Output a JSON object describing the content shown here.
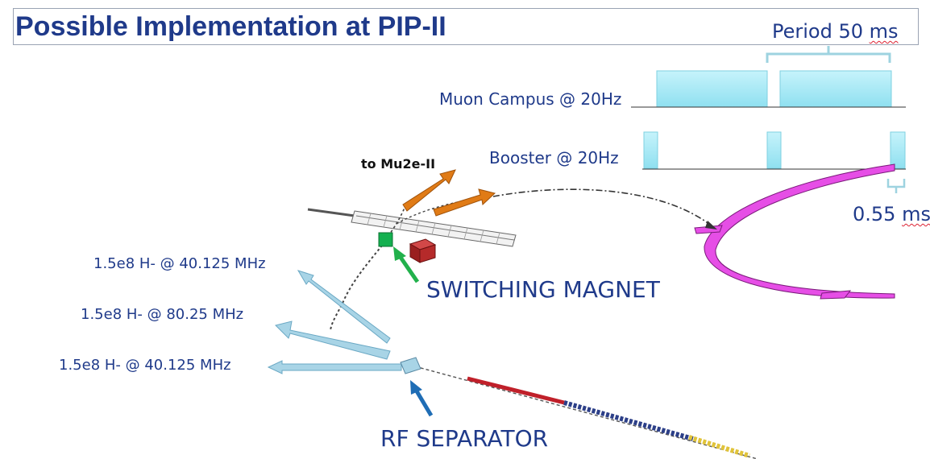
{
  "title": "Possible Implementation at PIP-II",
  "timing": {
    "period_prefix": "Period 50 ",
    "period_unit": "ms",
    "muon_label": "Muon Campus @ 20Hz",
    "booster_label": "Booster @ 20Hz",
    "pulse_prefix": "0.55 ",
    "pulse_unit": "ms"
  },
  "labels": {
    "to_mu2e": "to Mu2e-II",
    "switching_magnet": "SWITCHING MAGNET",
    "rf_separator": "RF SEPARATOR",
    "beam_top": "1.5e8 H- @ 40.125 MHz",
    "beam_middle": "1.5e8 H- @ 80.25 MHz",
    "beam_bottom": "1.5e8 H- @ 40.125 MHz"
  },
  "colors": {
    "title": "#1f3a8a",
    "text": "#1f3a8a",
    "pulse_fill": "#9fe8f5",
    "bracket": "#9ed3e0",
    "beam_arrow": "#a8d4e6",
    "orange_arrow": "#e07b16",
    "green_arrow": "#22b14c",
    "magenta_ring": "#e64ee6",
    "green_magnet": "#14b050",
    "red_cube": "#b02a2a"
  }
}
